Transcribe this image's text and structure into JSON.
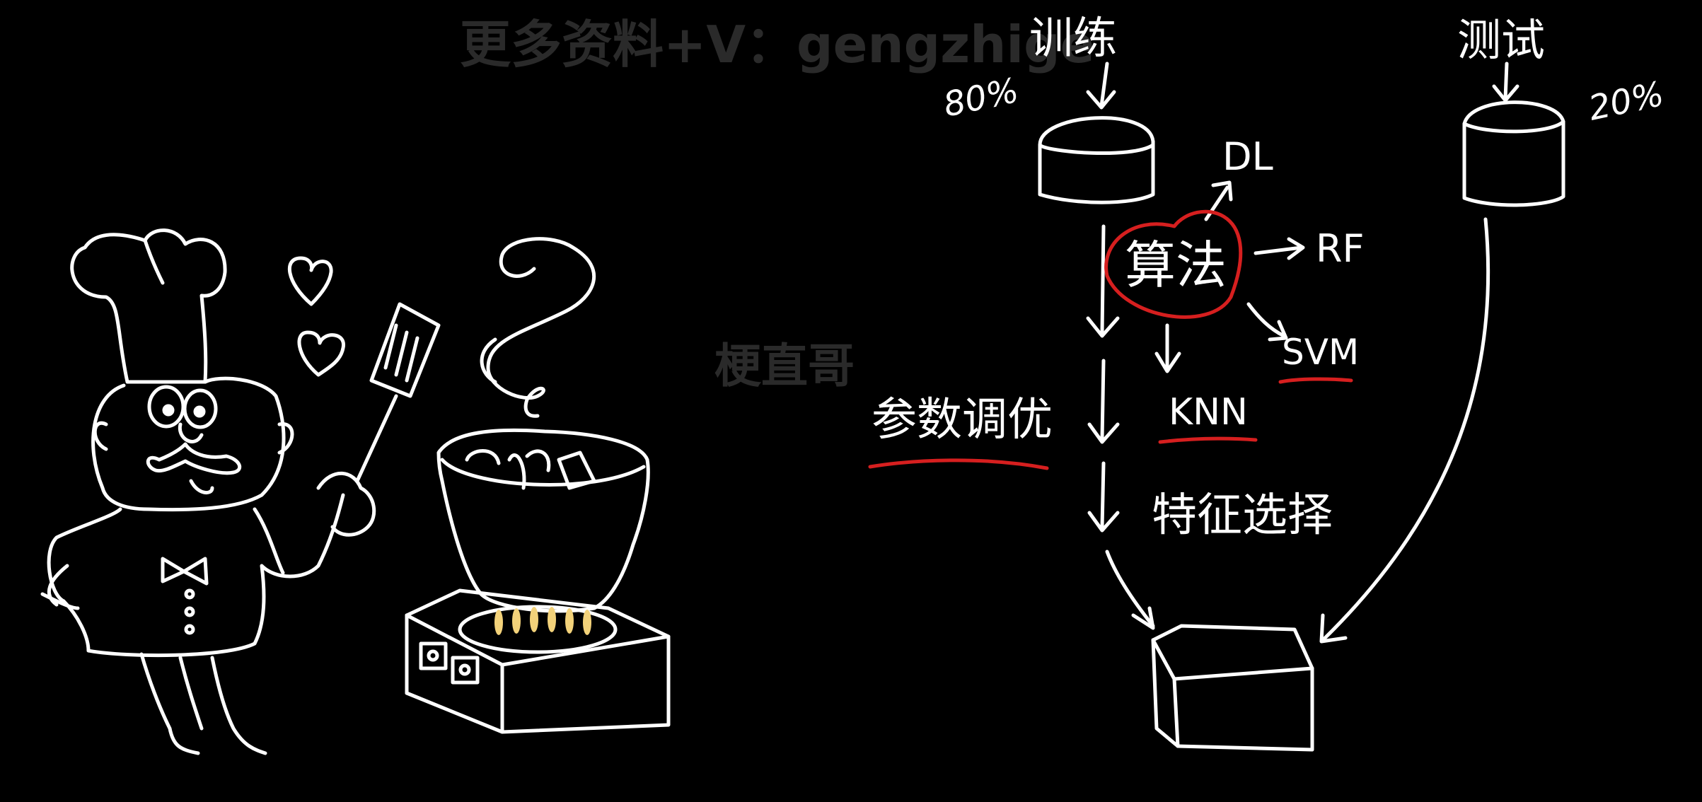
{
  "watermarks": {
    "top": "更多资料+V：gengzhige",
    "center": "梗直哥"
  },
  "diagram": {
    "train_label": "训练",
    "train_percent": "80%",
    "test_label": "测试",
    "test_percent": "20%",
    "algorithm_label": "算法",
    "algorithms": [
      "DL",
      "RF",
      "SVM",
      "KNN"
    ],
    "param_tuning_label": "参数调优",
    "feature_selection_label": "特征选择"
  },
  "colors": {
    "background": "#000000",
    "chalk": "#ffffff",
    "highlight": "#d61f1f",
    "watermark": "#2a2a2a",
    "flame": "#f3d27a"
  },
  "icons": {
    "chef": "chef-cooking-illustration",
    "stove": "stove-with-pot-illustration",
    "hearts": "heart-icon"
  }
}
